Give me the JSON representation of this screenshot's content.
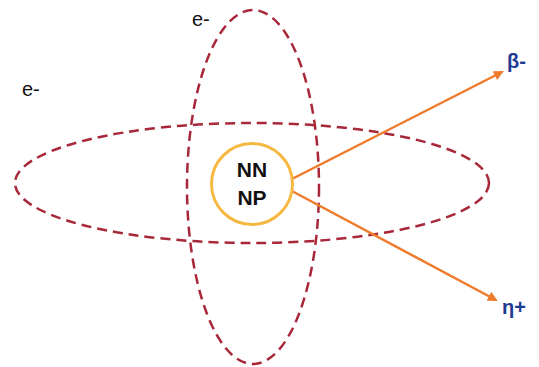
{
  "diagram": {
    "nodes": [
      {
        "text": [
          "NN NP"
        ]
      }
    ],
    "labels": [
      "e-",
      "e-",
      "β-",
      "η+"
    ]
  }
}
